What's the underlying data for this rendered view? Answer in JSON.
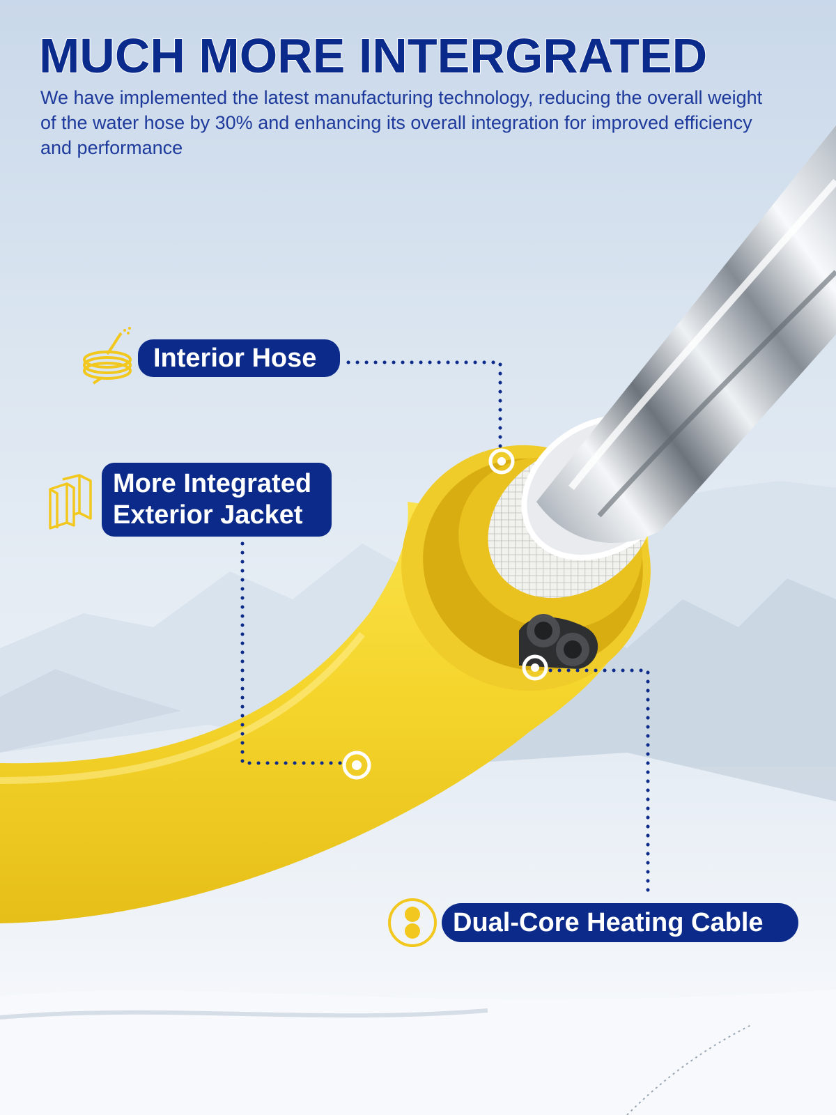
{
  "headline": "MUCH MORE INTERGRATED",
  "subtitle": "We have implemented the latest manufacturing technology, reducing the overall weight of the water hose by 30% and enhancing its overall integration for improved efficiency and performance",
  "callouts": {
    "interior_hose": "Interior Hose",
    "exterior_jacket_line1": "More Integrated",
    "exterior_jacket_line2": "Exterior Jacket",
    "heating_cable": "Dual-Core Heating Cable"
  },
  "icons": {
    "interior_hose": "coiled-hose-icon",
    "exterior_jacket": "jacket-layers-icon",
    "heating_cable": "dual-core-icon"
  },
  "colors": {
    "headline": "#0a2a8c",
    "pill_background": "#0b2a8a",
    "hose_yellow": "#f7d631",
    "icon_yellow": "#f2c81e",
    "dotted_line": "#0b2a8a"
  }
}
